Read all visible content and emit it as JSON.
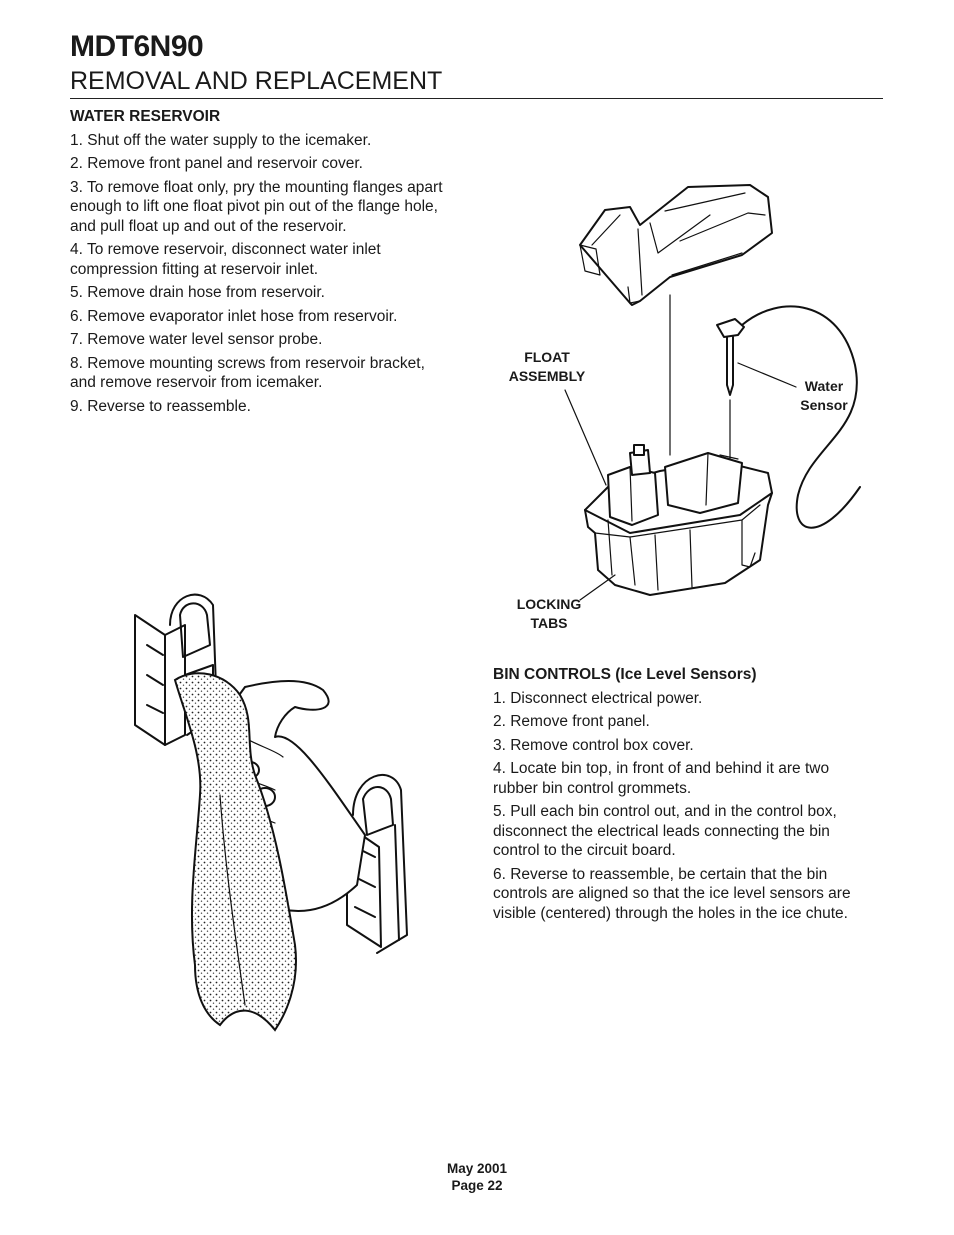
{
  "header": {
    "model": "MDT6N90",
    "section": "REMOVAL AND REPLACEMENT"
  },
  "water_reservoir": {
    "heading": "WATER RESERVOIR",
    "steps": [
      "1. Shut off the water supply to the icemaker.",
      "2. Remove front panel and reservoir cover.",
      "3. To remove float only, pry the mounting flanges apart enough to lift one float pivot pin out of the flange hole, and pull float up and out of the reservoir.",
      "4. To remove reservoir, disconnect water inlet compression fitting at reservoir inlet.",
      "5. Remove drain hose from reservoir.",
      "6. Remove evaporator inlet hose from reservoir.",
      "7. Remove water level sensor probe.",
      "8. Remove mounting screws from reservoir bracket, and remove reservoir from icemaker.",
      "9. Reverse to reassemble."
    ]
  },
  "reservoir_figure": {
    "float_label_line1": "FLOAT",
    "float_label_line2": "ASSEMBLY",
    "sensor_label_line1": "Water",
    "sensor_label_line2": "Sensor",
    "tabs_label_line1": "LOCKING",
    "tabs_label_line2": "TABS"
  },
  "bin_controls": {
    "heading": "BIN CONTROLS (Ice Level Sensors)",
    "steps": [
      "1. Disconnect electrical power.",
      "2. Remove front panel.",
      "3. Remove control box cover.",
      "4. Locate bin top, in front of and behind it are two rubber bin control grommets.",
      "5. Pull each bin control out, and in the control box, disconnect the electrical leads connecting the bin control to the circuit board.",
      "6. Reverse to reassemble, be certain that the bin controls are aligned so that the ice level sensors are visible (centered) through the holes in the ice chute."
    ]
  },
  "footer": {
    "date": "May 2001",
    "page": "Page 22"
  }
}
